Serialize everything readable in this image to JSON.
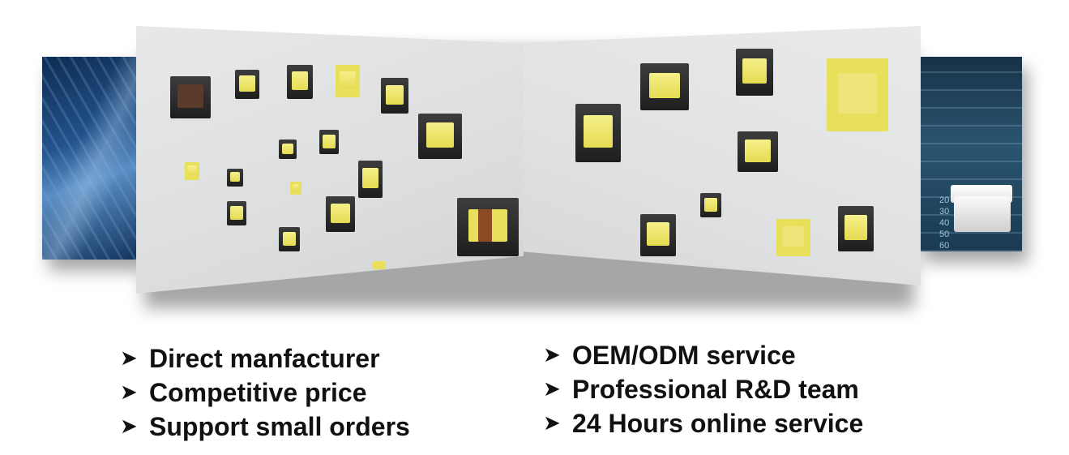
{
  "gallery": {
    "panels": [
      {
        "name": "side-left-photo",
        "theme": "blue-tech"
      },
      {
        "name": "main-left-photo",
        "theme": "transformers-left"
      },
      {
        "name": "main-right-photo",
        "theme": "transformers-right"
      },
      {
        "name": "side-right-photo",
        "theme": "mixing-console"
      }
    ],
    "console_labels": [
      "20",
      "30",
      "40",
      "50",
      "60"
    ]
  },
  "features": {
    "bullet_icon": "arrow-bullet-icon",
    "left": [
      "Direct manfacturer",
      "Competitive price",
      "Support small orders"
    ],
    "right": [
      "OEM/ODM service",
      "Professional R&D team",
      "24 Hours online service"
    ]
  },
  "colors": {
    "coil_yellow": "#e8df5a",
    "core_black": "#262626",
    "text": "#111111"
  }
}
